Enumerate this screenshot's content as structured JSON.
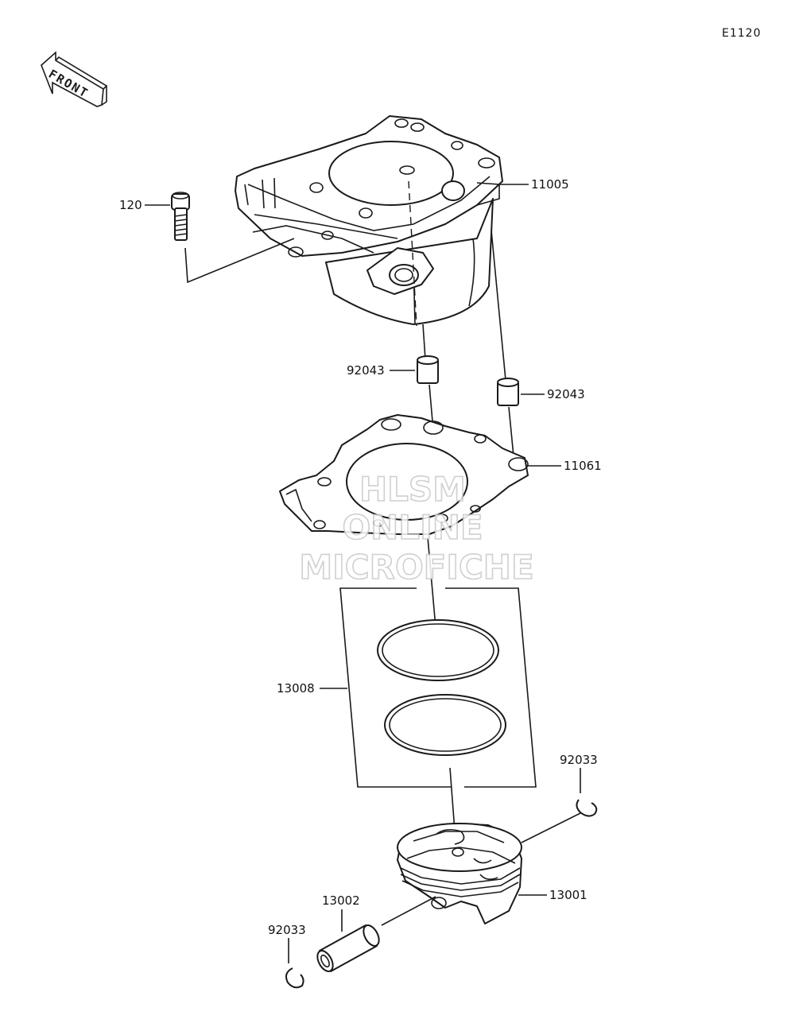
{
  "diagram": {
    "ref_code": "E1120",
    "front_label": "FRONT",
    "watermark": [
      "HLSM",
      "ONLINE",
      "MICROFICHE"
    ],
    "parts": {
      "cylinder": "11005",
      "bolt": "120",
      "dowel_left": "92043",
      "dowel_right": "92043",
      "gasket": "11061",
      "ring_set": "13008",
      "clip_right": "92033",
      "piston": "13001",
      "pin": "13002",
      "clip_left": "92033"
    }
  }
}
